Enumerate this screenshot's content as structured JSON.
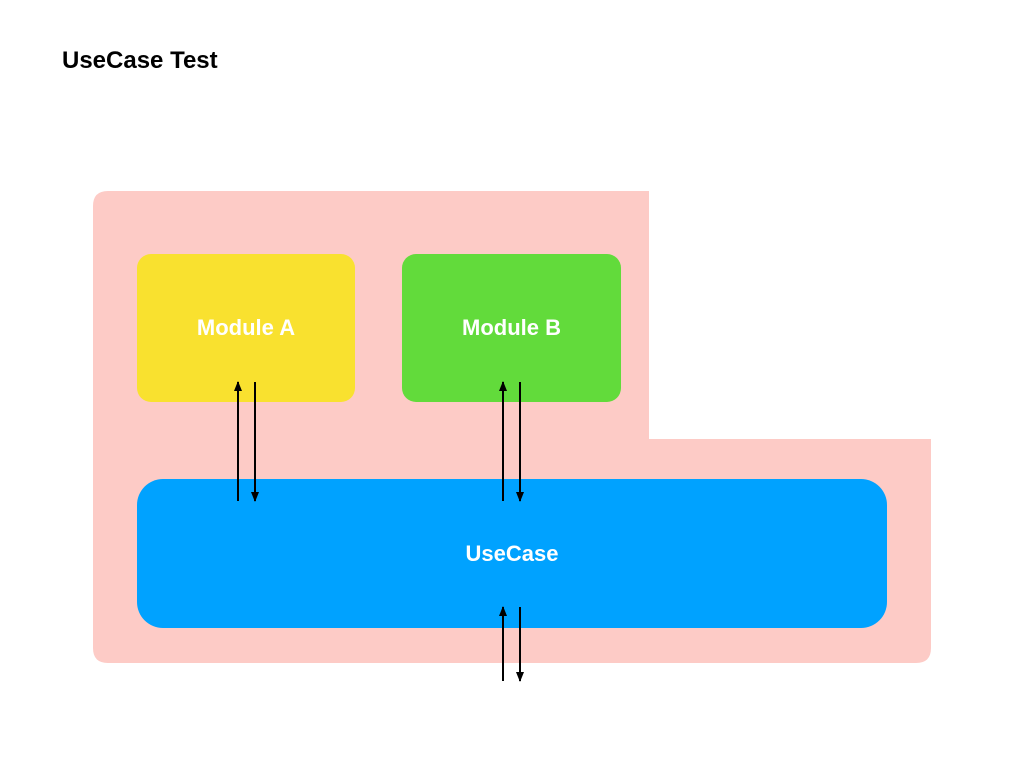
{
  "title": "UseCase Test",
  "boxes": {
    "module_a": {
      "label": "Module A"
    },
    "module_b": {
      "label": "Module B"
    },
    "usecase": {
      "label": "UseCase"
    }
  },
  "colors": {
    "boundary": "#fdcbc6",
    "module_a": "#f9e12f",
    "module_b": "#62db3b",
    "usecase": "#00a2ff",
    "arrow": "#000000",
    "label": "#ffffff"
  }
}
